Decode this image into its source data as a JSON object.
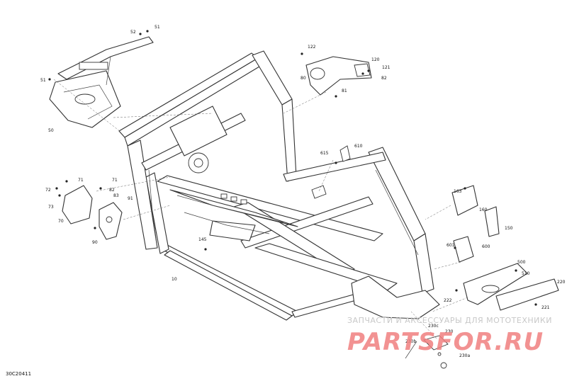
{
  "diagram": {
    "reference_code": "30C20411",
    "callouts": [
      {
        "id": "c52",
        "label": "52"
      },
      {
        "id": "c51a",
        "label": "51"
      },
      {
        "id": "c51b",
        "label": "51"
      },
      {
        "id": "c50",
        "label": "50"
      },
      {
        "id": "c122",
        "label": "122"
      },
      {
        "id": "c120",
        "label": "120"
      },
      {
        "id": "c121",
        "label": "121"
      },
      {
        "id": "c80",
        "label": "80"
      },
      {
        "id": "c82",
        "label": "82"
      },
      {
        "id": "c81",
        "label": "81"
      },
      {
        "id": "c615",
        "label": "615"
      },
      {
        "id": "c610",
        "label": "610"
      },
      {
        "id": "c71a",
        "label": "71"
      },
      {
        "id": "c71b",
        "label": "71"
      },
      {
        "id": "c72",
        "label": "72"
      },
      {
        "id": "c73",
        "label": "73"
      },
      {
        "id": "c82b",
        "label": "82"
      },
      {
        "id": "c83",
        "label": "83"
      },
      {
        "id": "c91",
        "label": "91"
      },
      {
        "id": "c70",
        "label": "70"
      },
      {
        "id": "c90",
        "label": "90"
      },
      {
        "id": "c145",
        "label": "145"
      },
      {
        "id": "c10",
        "label": "10"
      },
      {
        "id": "c163",
        "label": "163"
      },
      {
        "id": "c160",
        "label": "160"
      },
      {
        "id": "c150",
        "label": "150"
      },
      {
        "id": "c601",
        "label": "601"
      },
      {
        "id": "c600",
        "label": "600"
      },
      {
        "id": "c500",
        "label": "500"
      },
      {
        "id": "c510",
        "label": "510"
      },
      {
        "id": "c220",
        "label": "220"
      },
      {
        "id": "c222",
        "label": "222"
      },
      {
        "id": "c221",
        "label": "221"
      },
      {
        "id": "c230c",
        "label": "230c"
      },
      {
        "id": "c230b",
        "label": "230b"
      },
      {
        "id": "c230a",
        "label": "230a"
      },
      {
        "id": "c230",
        "label": "230"
      }
    ]
  },
  "watermark": {
    "tagline": "ЗАПЧАСТИ И АКСЕССУАРЫ ДЛЯ МОТОТЕХНИКИ",
    "brand": "PARTSFOR.RU"
  }
}
